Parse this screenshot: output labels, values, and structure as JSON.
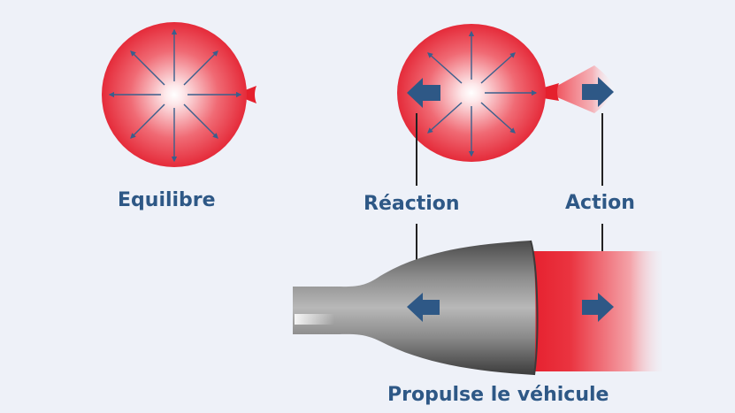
{
  "labels": {
    "equilibrium": "Equilibre",
    "reaction": "Réaction",
    "action": "Action",
    "propulsion": "Propulse le véhicule"
  },
  "colors": {
    "background": "#eef1f8",
    "label_text": "#2e5886",
    "balloon_red": "#e8202e",
    "force_arrow": "#2e5886",
    "nozzle_gray": "#7a7a7a"
  },
  "icons": {
    "balloon": "balloon-icon",
    "force_arrow": "arrow-icon",
    "rocket_nozzle": "rocket-nozzle-icon",
    "exhaust": "exhaust-plume-icon"
  }
}
